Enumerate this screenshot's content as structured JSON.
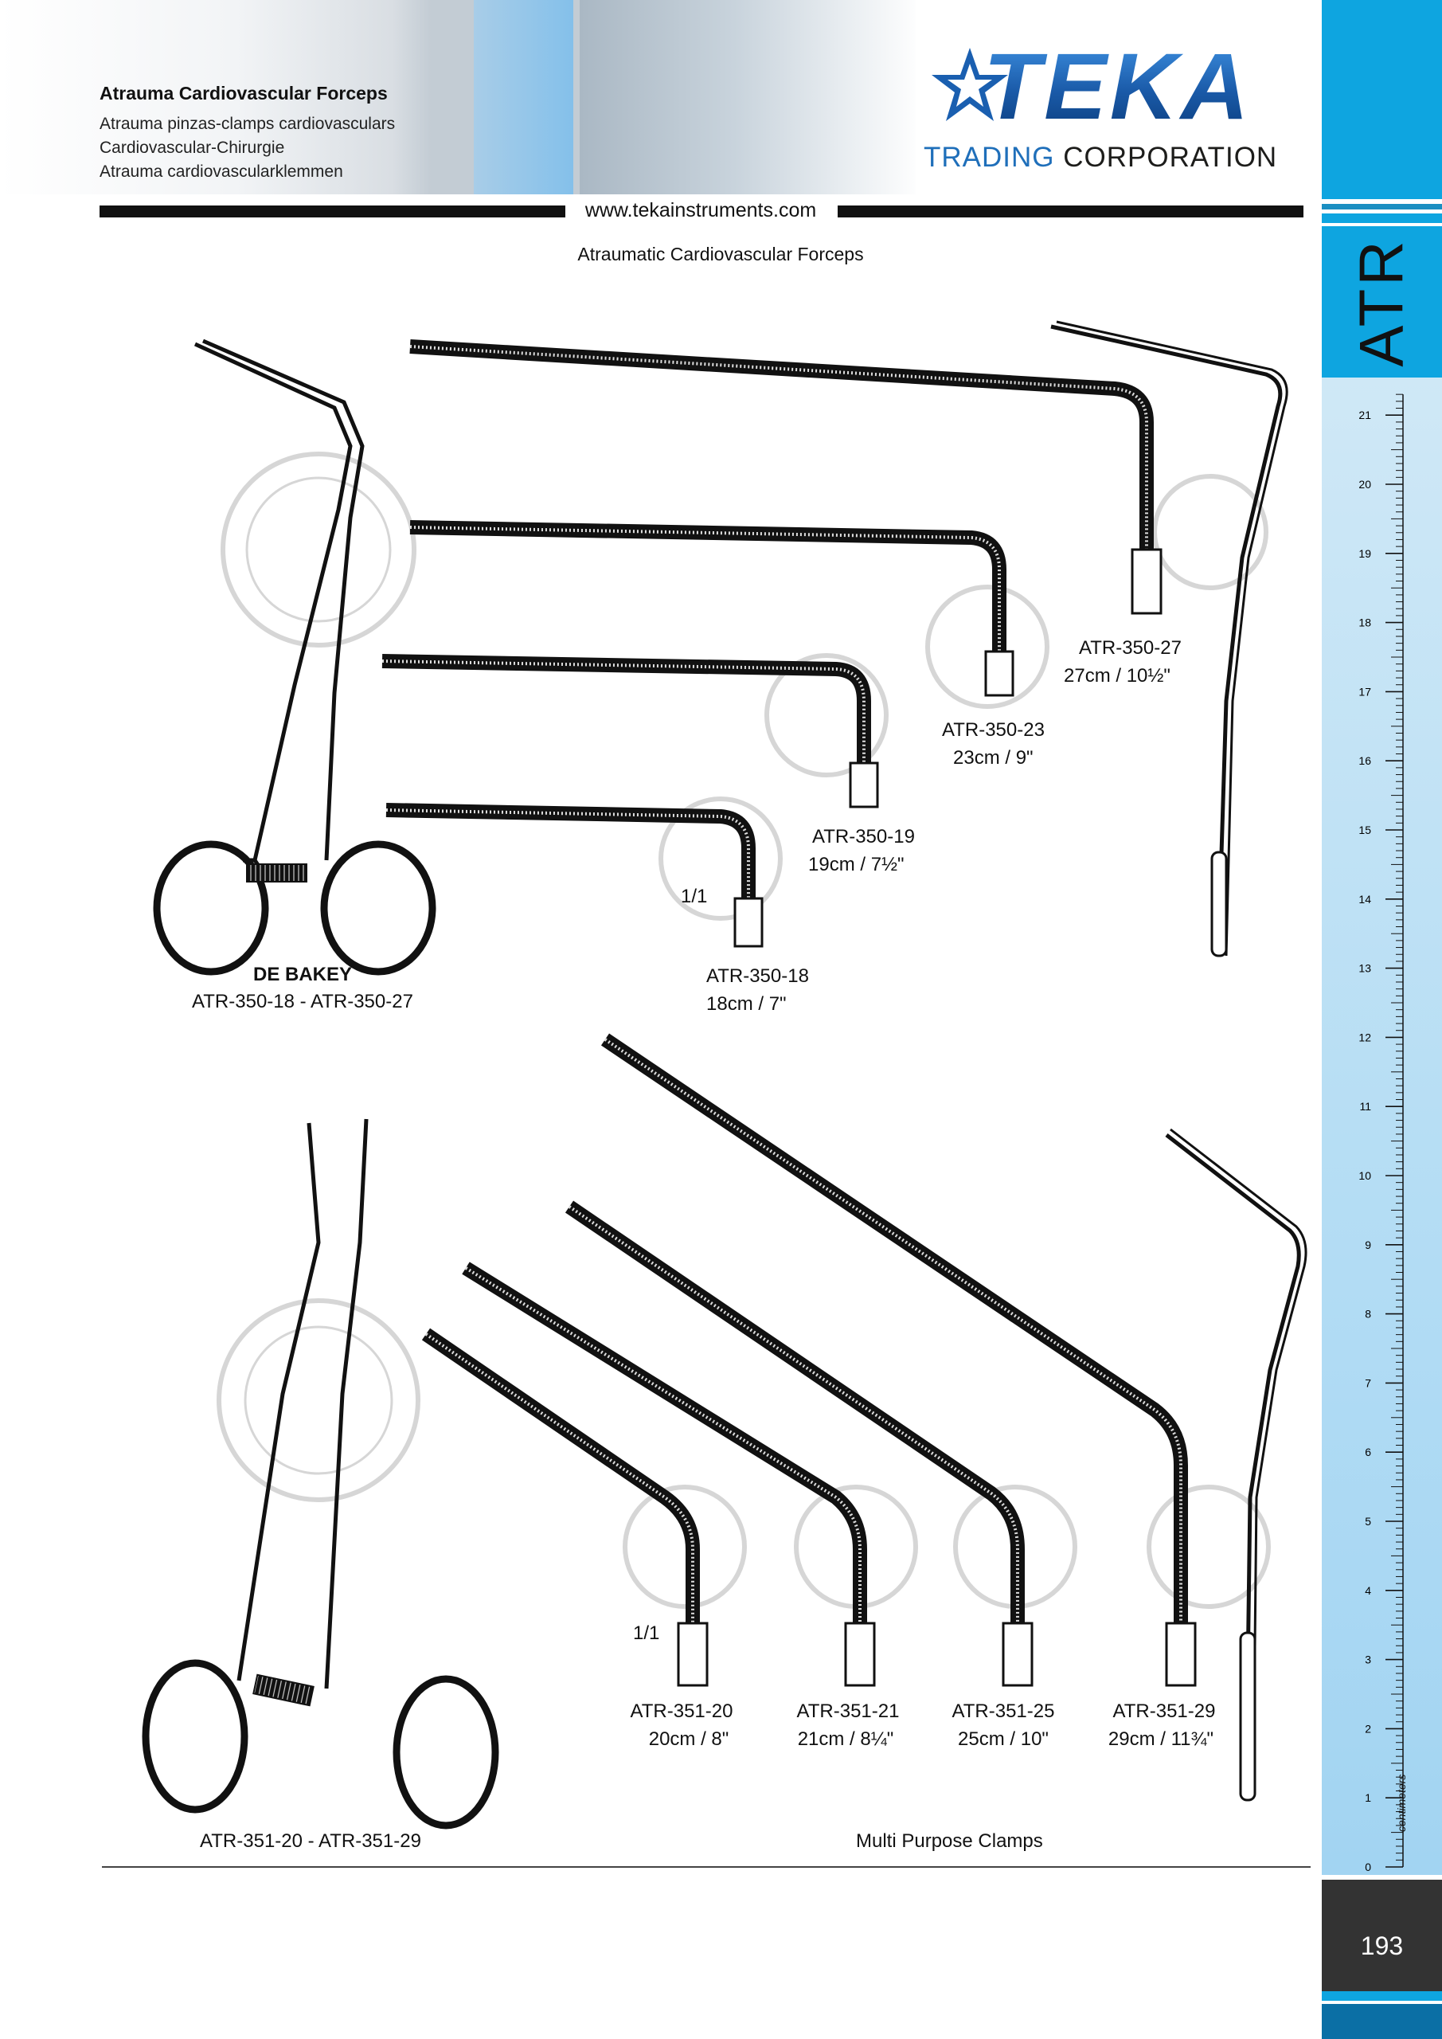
{
  "header": {
    "title": "Atrauma Cardiovascular Forceps",
    "subtitles": [
      "Atrauma pinzas-clamps cardiovasculars",
      "Cardiovascular-Chirurgie",
      "Atrauma cardiovascularklemmen"
    ]
  },
  "logo": {
    "brand": "TEKA",
    "line_a": "TRADING",
    "line_b": "CORPORATION"
  },
  "url": "www.tekainstruments.com",
  "section_title": "Atraumatic Cardiovascular Forceps",
  "side": {
    "tab": "ATR",
    "ruler_unit": "centimeters",
    "page_number": "193",
    "ruler_labels": [
      "0",
      "1",
      "2",
      "3",
      "4",
      "5",
      "6",
      "7",
      "8",
      "9",
      "10",
      "11",
      "12",
      "13",
      "14",
      "15",
      "16",
      "17",
      "18",
      "19",
      "20",
      "21"
    ]
  },
  "group1": {
    "scale": "1/1",
    "name": "DE BAKEY",
    "range": "ATR-350-18  -  ATR-350-27",
    "items": [
      {
        "code": "ATR-350-27",
        "size": "27cm  /  10½\""
      },
      {
        "code": "ATR-350-23",
        "size": "23cm  /  9\""
      },
      {
        "code": "ATR-350-19",
        "size": "19cm  /  7½\""
      },
      {
        "code": "ATR-350-18",
        "size": "18cm  /  7\""
      }
    ]
  },
  "group2": {
    "scale": "1/1",
    "range": "ATR-351-20  -  ATR-351-29",
    "caption": "Multi  Purpose  Clamps",
    "items": [
      {
        "code": "ATR-351-20",
        "size": "20cm  /  8\""
      },
      {
        "code": "ATR-351-21",
        "size": "21cm  /  8¼\""
      },
      {
        "code": "ATR-351-25",
        "size": "25cm  /  10\""
      },
      {
        "code": "ATR-351-29",
        "size": "29cm  /  11¾\""
      }
    ]
  }
}
